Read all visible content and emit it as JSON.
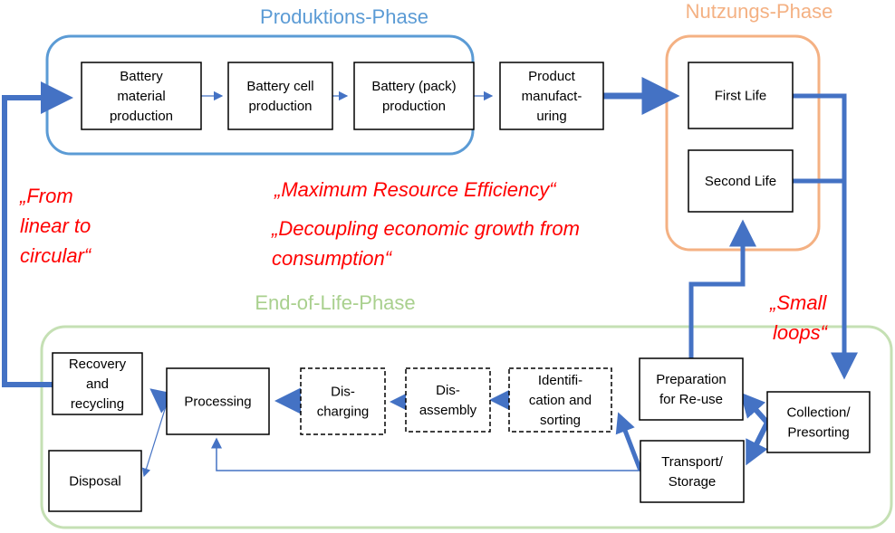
{
  "colors": {
    "production": "#5b9bd5",
    "usage": "#f4b183",
    "eol": "#c5e0b4",
    "arrow": "#4472c4",
    "slogan": "#ff0000",
    "box_border": "#000000"
  },
  "phases": {
    "production": "Produktions-Phase",
    "usage": "Nutzungs-Phase",
    "eol": "End-of-Life-Phase"
  },
  "boxes": {
    "battery_material": [
      "Battery",
      "material",
      "production"
    ],
    "battery_cell": [
      "Battery cell",
      "production"
    ],
    "battery_pack": [
      "Battery (pack)",
      "production"
    ],
    "product_manufacturing": [
      "Product",
      "manufact-",
      "uring"
    ],
    "first_life": [
      "First Life"
    ],
    "second_life": [
      "Second Life"
    ],
    "recovery": [
      "Recovery",
      "and",
      "recycling"
    ],
    "disposal": [
      "Disposal"
    ],
    "processing": [
      "Processing"
    ],
    "discharging": [
      "Dis-",
      "charging"
    ],
    "disassembly": [
      "Dis-",
      "assembly"
    ],
    "identification": [
      "Identifi-",
      "cation and",
      "sorting"
    ],
    "preparation": [
      "Preparation",
      "for Re-use"
    ],
    "transport": [
      "Transport/",
      "Storage"
    ],
    "collection": [
      "Collection/",
      "Presorting"
    ]
  },
  "slogans": {
    "linear_to_circular": [
      "„From",
      "linear to",
      "circular“"
    ],
    "max_efficiency": [
      "„Maximum Resource Efficiency“"
    ],
    "decoupling": [
      "„Decoupling economic growth from",
      "consumption“"
    ],
    "small_loops": [
      "„Small",
      "loops“"
    ]
  }
}
